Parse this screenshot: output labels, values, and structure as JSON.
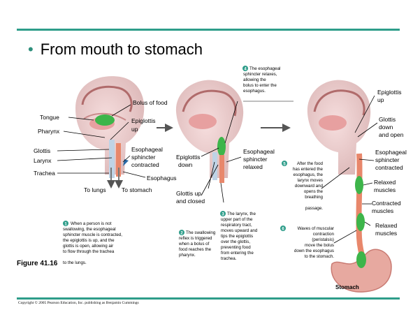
{
  "slide": {
    "title": "From mouth to stomach",
    "figure_label": "Figure 41.16",
    "copyright": "Copyright © 2005 Pearson Education, Inc. publishing as Benjamin Cummings"
  },
  "panel1": {
    "tongue": "Tongue",
    "bolus": "Bolus of food",
    "pharynx": "Pharynx",
    "epiglottis_up": [
      "Epiglottis",
      "up"
    ],
    "glottis": "Glottis",
    "larynx": "Larynx",
    "trachea": "Trachea",
    "sphincter": [
      "Esophageal",
      "sphincter",
      "contracted"
    ],
    "esophagus": "Esophagus",
    "to_lungs": "To lungs",
    "to_stomach": "To stomach",
    "step1_num": "1",
    "step1": [
      "When a person is not",
      "swallowing, the esophageal",
      "sphincter muscle is contracted,",
      "the epiglottis is up, and the",
      "glottis is open, allowing air",
      "to flow through the trachea",
      "to the lungs."
    ]
  },
  "panel2": {
    "epiglottis_down": [
      "Epiglottis",
      "down"
    ],
    "sphincter": [
      "Esophageal",
      "sphincter",
      "relaxed"
    ],
    "glottis": [
      "Glottis up",
      "and closed"
    ],
    "step2_num": "2",
    "step2": [
      "The swallowing",
      "reflex is triggered",
      "when a bolus of",
      "food reaches the",
      "pharynx."
    ],
    "step3_num": "3",
    "step3": [
      "The larynx, the",
      "upper part of the",
      "respiratory tract,",
      "moves upward and",
      "tips the epiglottis",
      "over the glottis,",
      "preventing food",
      "from entering the",
      "trachea."
    ],
    "step4_num": "4",
    "step4": [
      "The esophageal",
      "sphincter relaxes,",
      "allowing the",
      "bolus to enter the",
      "esophagus."
    ]
  },
  "panel3": {
    "epiglottis_up": [
      "Epiglottis",
      "up"
    ],
    "glottis": [
      "Glottis",
      "down",
      "and open"
    ],
    "sphincter": [
      "Esophageal",
      "sphincter",
      "contracted"
    ],
    "relaxed1": [
      "Relaxed",
      "muscles"
    ],
    "contracted": [
      "Contracted",
      "muscles"
    ],
    "relaxed2": [
      "Relaxed",
      "muscles"
    ],
    "stomach": "Stomach",
    "step5_num": "5",
    "step5": [
      "After the food",
      "has entered the",
      "esophagus, the",
      "larynx moves",
      "downward and",
      "opens the",
      "breathing",
      "passage."
    ],
    "step6_num": "6",
    "step6": [
      "Waves of muscular",
      "contraction",
      "(peristalsis)",
      "move the bolus",
      "down the esophagus",
      "to the stomach."
    ]
  },
  "colors": {
    "rule": "#2e9d8a",
    "bolus": "#3db54a",
    "esophagus": "#e8876b",
    "badge": "#2e9d8a",
    "arrow": "#777777"
  }
}
